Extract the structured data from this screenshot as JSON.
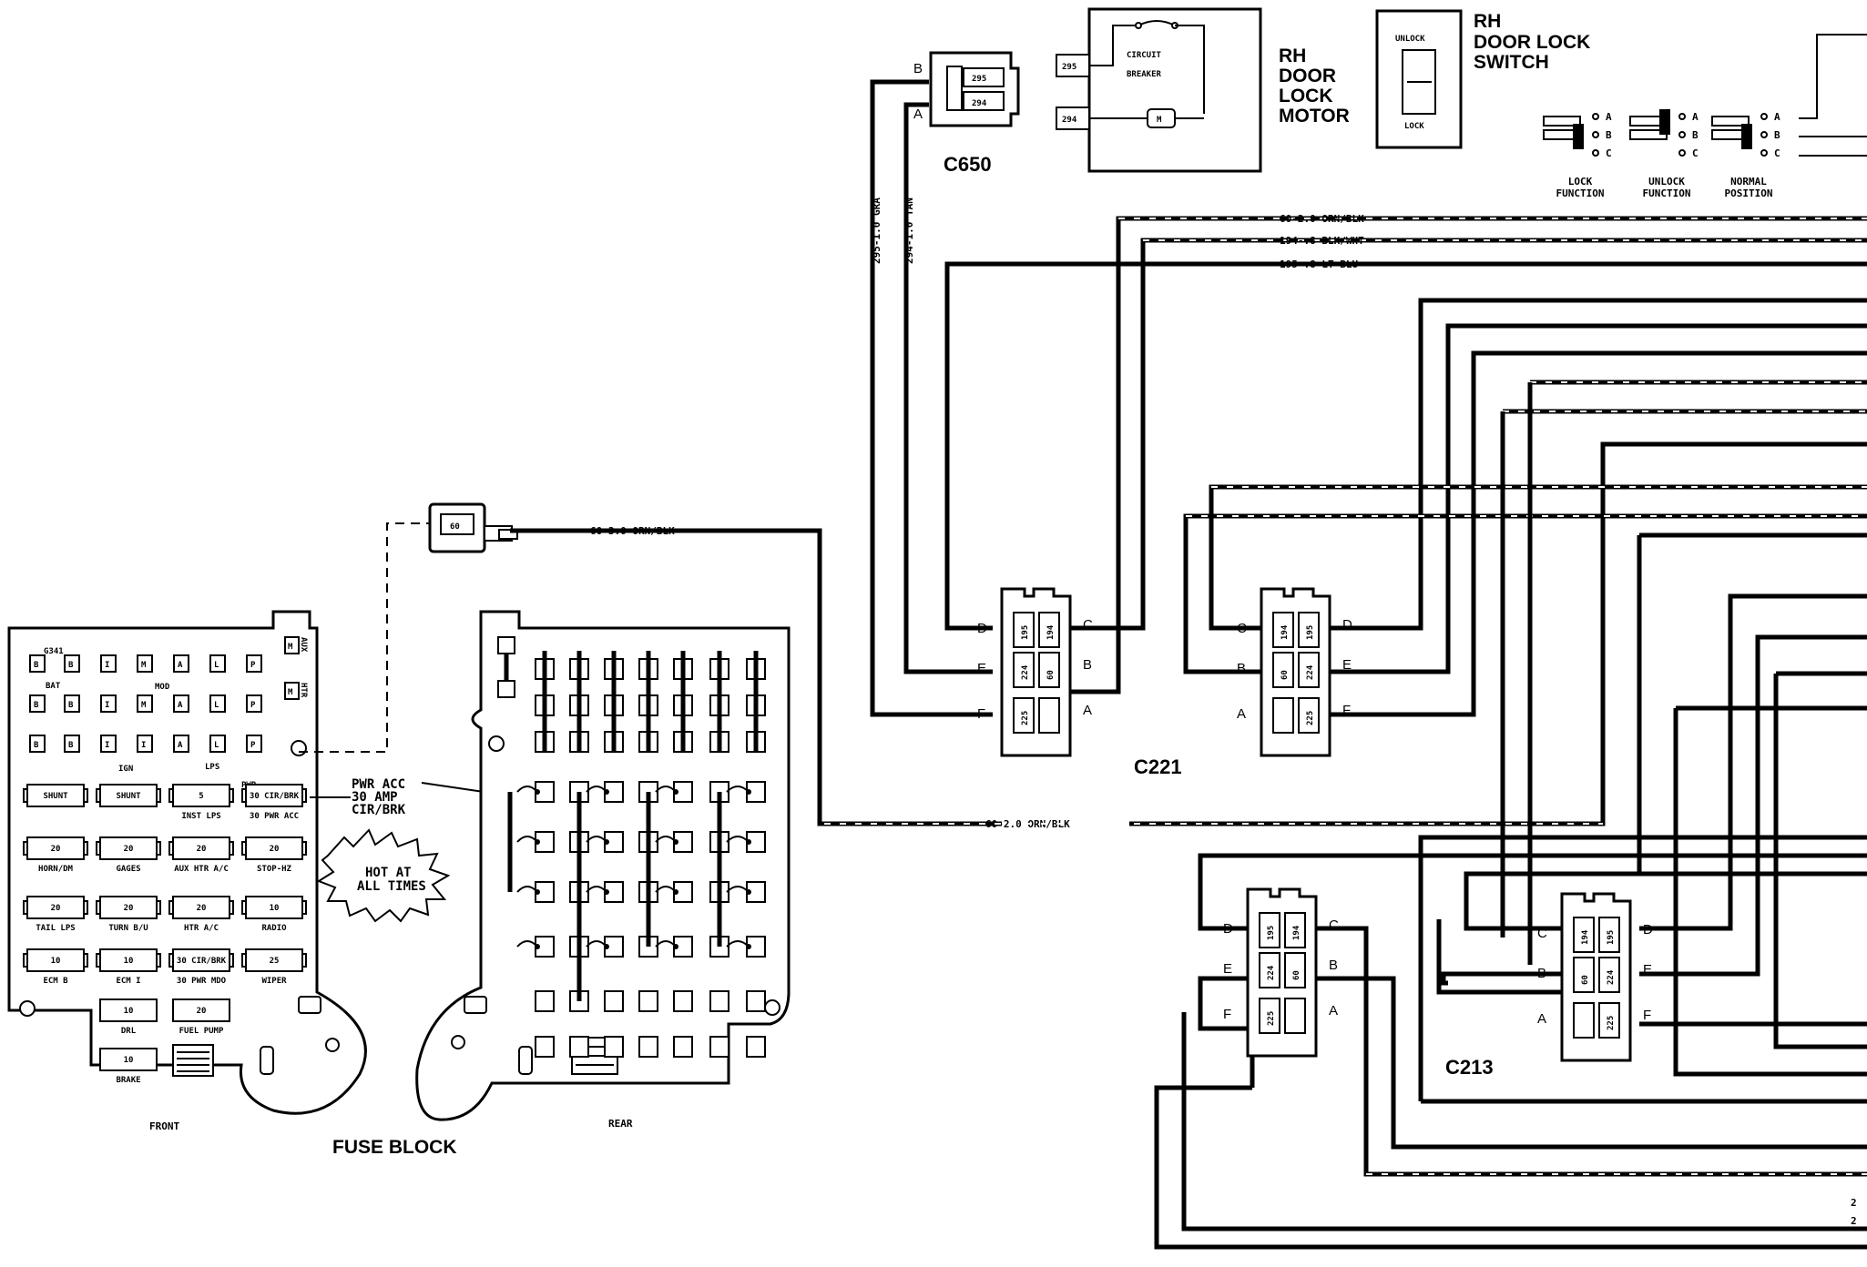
{
  "fuse_block": {
    "title": "FUSE BLOCK",
    "front_label": "FRONT",
    "rear_label": "REAR",
    "top_label": "G341",
    "bat_label": "BAT",
    "ign_label": "IGN",
    "lps_label": "LPS",
    "pwr_label": "PWR",
    "mod_label": "MOD",
    "aux_label": "AUX",
    "htr_label": "HTR",
    "terminal_rows": [
      [
        "B",
        "B",
        "I",
        "M",
        "A",
        "L",
        "P"
      ],
      [
        "B",
        "B",
        "I",
        "M",
        "A",
        "L",
        "P"
      ],
      [
        "B",
        "B",
        "I",
        "I",
        "A",
        "L",
        "P"
      ]
    ],
    "fuse_rows": [
      [
        {
          "value": "SHUNT",
          "label": ""
        },
        {
          "value": "SHUNT",
          "label": ""
        },
        {
          "value": "5",
          "label": "INST LPS"
        },
        {
          "value": "30 CIR/BRK",
          "label": "30 PWR ACC"
        }
      ],
      [
        {
          "value": "20",
          "label": "HORN/DM"
        },
        {
          "value": "20",
          "label": "GAGES"
        },
        {
          "value": "20",
          "label": "AUX HTR A/C"
        },
        {
          "value": "20",
          "label": "STOP-HZ"
        }
      ],
      [
        {
          "value": "20",
          "label": "TAIL LPS"
        },
        {
          "value": "20",
          "label": "TURN B/U"
        },
        {
          "value": "20",
          "label": "HTR A/C"
        },
        {
          "value": "10",
          "label": "RADIO"
        }
      ],
      [
        {
          "value": "10",
          "label": "ECM B"
        },
        {
          "value": "10",
          "label": "ECM I"
        },
        {
          "value": "30 CIR/BRK",
          "label": "30 PWR MDO"
        },
        {
          "value": "25",
          "label": "WIPER"
        }
      ]
    ],
    "bottom_fuses": [
      {
        "value": "10",
        "label": "DRL"
      },
      {
        "value": "20",
        "label": "FUEL PUMP"
      },
      {
        "value": "10",
        "label": "BRAKE"
      }
    ],
    "callout": [
      "PWR ACC",
      "30 AMP",
      "CIR/BRK"
    ],
    "hot_at_all_times": [
      "HOT AT",
      "ALL TIMES"
    ]
  },
  "connector_60_label": "60",
  "wires": {
    "w60_3": "60-3.0 ORN/BLK",
    "w60_2_lower": "60-2.0 ORN/BLK",
    "w60_2_upper": "60-2.0 ORN/BLK",
    "w194": "194-.8 BLK/WHT",
    "w195": "195-.8 LT BLU",
    "w295": "295-1.0 GRA",
    "w294": "294-1.0 TAN"
  },
  "c650": {
    "name": "C650",
    "pins": [
      "295",
      "294"
    ],
    "pin_letters": [
      "B",
      "A"
    ]
  },
  "motor": {
    "title": [
      "RH",
      "DOOR",
      "LOCK",
      "MOTOR"
    ],
    "breaker": [
      "CIRCUIT",
      "BREAKER"
    ],
    "pins": [
      "295",
      "294"
    ],
    "motor_symbol": "M"
  },
  "switch": {
    "title": [
      "RH",
      "DOOR LOCK",
      "SWITCH"
    ],
    "unlock": "UNLOCK",
    "lock": "LOCK",
    "positions": [
      {
        "label": [
          "LOCK",
          "FUNCTION"
        ]
      },
      {
        "label": [
          "UNLOCK",
          "FUNCTION"
        ]
      },
      {
        "label": [
          "NORMAL",
          "POSITION"
        ]
      }
    ],
    "pin_letters": [
      "A",
      "B",
      "C"
    ]
  },
  "c221": {
    "name": "C221",
    "left_pins": [
      "195",
      "224",
      "225"
    ],
    "right_pins": [
      "194",
      "60",
      ""
    ],
    "right_half_left": [
      "194",
      "60",
      ""
    ],
    "right_half_right": [
      "195",
      "224",
      "225"
    ],
    "letters_left": [
      "D",
      "E",
      "F"
    ],
    "letters_right": [
      "C",
      "B",
      "A"
    ],
    "letters_b_left": [
      "C",
      "B",
      "A"
    ],
    "letters_b_right": [
      "D",
      "E",
      "F"
    ]
  },
  "c213": {
    "name": "C213",
    "left_pins": [
      "195",
      "224",
      "225"
    ],
    "right_pins": [
      "194",
      "60",
      ""
    ],
    "right_half_left": [
      "194",
      "60",
      ""
    ],
    "right_half_right": [
      "195",
      "224",
      "225"
    ],
    "letters_left": [
      "D",
      "E",
      "F"
    ],
    "letters_right": [
      "C",
      "B",
      "A"
    ],
    "letters_b_left": [
      "C",
      "B",
      "A"
    ],
    "letters_b_right": [
      "D",
      "E",
      "F"
    ]
  },
  "edge_labels": [
    "2",
    "2"
  ]
}
